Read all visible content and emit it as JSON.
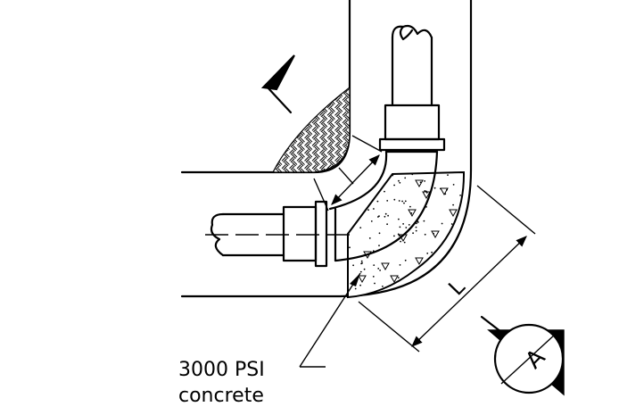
{
  "labels": {
    "dimension": "L",
    "section_marker": "A",
    "callout_line1": "3000 PSI",
    "callout_line2": "concrete"
  },
  "colors": {
    "line": "#000000",
    "background": "#ffffff"
  }
}
